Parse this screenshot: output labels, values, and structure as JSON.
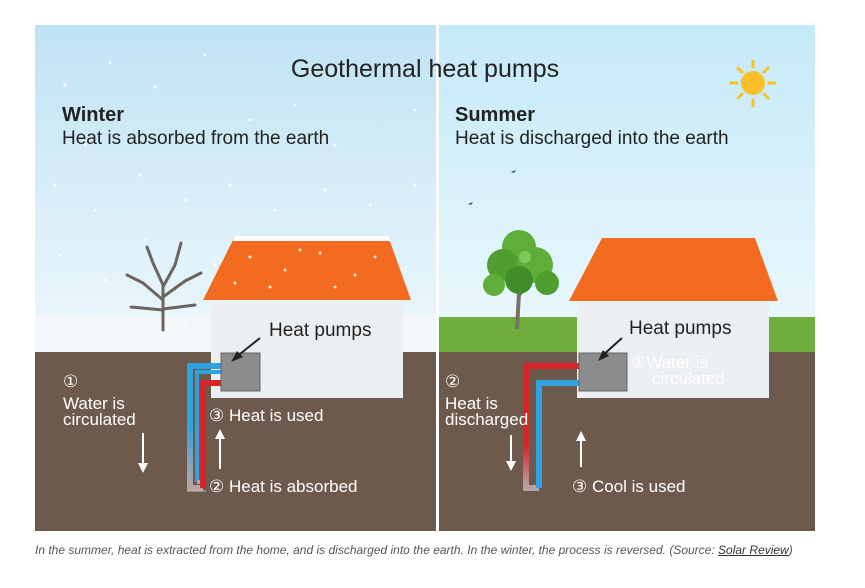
{
  "figure": {
    "title": "Geothermal heat pumps",
    "winter": {
      "season": "Winter",
      "subtitle": "Heat is absorbed from the earth",
      "heat_pumps_label": "Heat pumps",
      "step1_num": "①",
      "step1_line1": "Water is",
      "step1_line2": "circulated",
      "step2": "② Heat is absorbed",
      "step3": "③ Heat is used"
    },
    "summer": {
      "season": "Summer",
      "subtitle": "Heat is discharged into the earth",
      "heat_pumps_label": "Heat pumps",
      "step1_line1": "①Water is",
      "step1_line2": "circulated",
      "step2_num": "②",
      "step2_line1": "Heat is",
      "step2_line2": "discharged",
      "step3": "③ Cool is used"
    },
    "colors": {
      "hot_pipe": "#d7242a",
      "cold_pipe": "#2ea3df",
      "roof": "#f36b21",
      "soil": "#6e5a4c",
      "sun": "#f9c02a"
    }
  },
  "caption": {
    "text": "In the summer, heat is extracted from the home, and is discharged into the earth. In the winter, the process is reversed. (Source: ",
    "link_text": "Solar Review",
    "suffix": ")"
  }
}
